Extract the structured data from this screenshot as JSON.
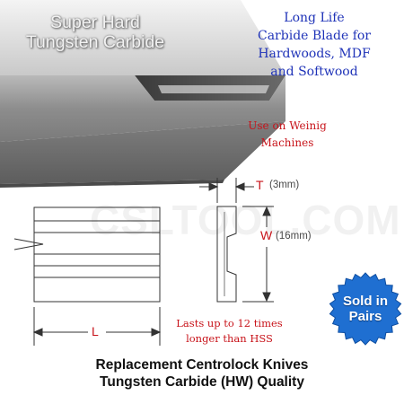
{
  "headline": {
    "line1": "Super Hard",
    "line2": "Tungsten Carbide"
  },
  "promo": {
    "line1": "Long Life",
    "line2": "Carbide Blade for",
    "line3": "Hardwoods, MDF",
    "line4": "and Softwood"
  },
  "usage": {
    "line1": "Use on Weinig",
    "line2": "Machines"
  },
  "dimensions": {
    "thickness_label": "T",
    "thickness_value": "(3mm)",
    "width_label": "W",
    "width_value": "(16mm)",
    "length_label": "L"
  },
  "lasts": {
    "line1": "Lasts up to 12 times",
    "line2": "longer than HSS"
  },
  "badge": {
    "line1": "Sold in",
    "line2": "Pairs"
  },
  "footer": {
    "line1": "Replacement Centrolock Knives",
    "line2": "Tungsten Carbide (HW) Quality"
  },
  "watermark": "CSLTOOL.COM",
  "colors": {
    "accent_red": "#c8141b",
    "accent_blue": "#1f33b8",
    "badge_blue": "#1f6fd1",
    "blade_steel": "#9a9a9a"
  }
}
